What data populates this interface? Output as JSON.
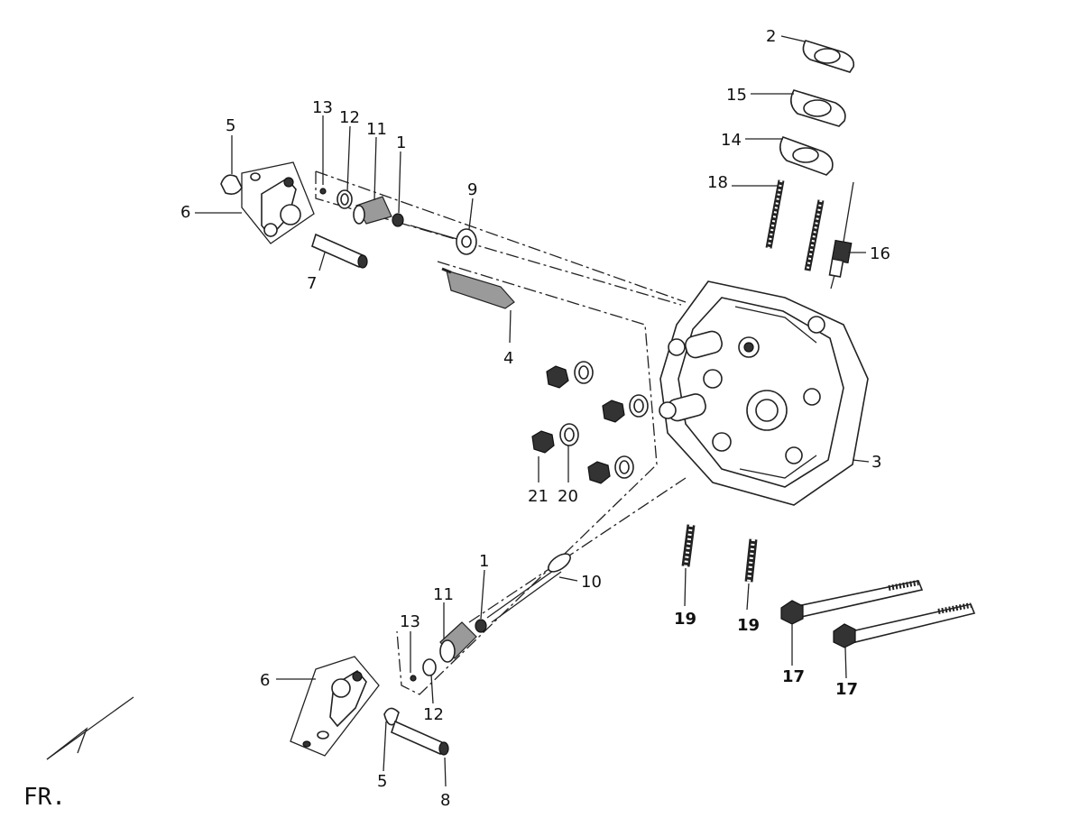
{
  "diagram": {
    "callouts": [
      {
        "id": "c2",
        "text": "2"
      },
      {
        "id": "c15",
        "text": "15"
      },
      {
        "id": "c14",
        "text": "14"
      },
      {
        "id": "c18",
        "text": "18"
      },
      {
        "id": "c16",
        "text": "16"
      },
      {
        "id": "c3",
        "text": "3"
      },
      {
        "id": "c13a",
        "text": "13"
      },
      {
        "id": "c12a",
        "text": "12"
      },
      {
        "id": "c11a",
        "text": "11"
      },
      {
        "id": "c1a",
        "text": "1"
      },
      {
        "id": "c9",
        "text": "9"
      },
      {
        "id": "c5a",
        "text": "5"
      },
      {
        "id": "c6a",
        "text": "6"
      },
      {
        "id": "c7",
        "text": "7"
      },
      {
        "id": "c4",
        "text": "4"
      },
      {
        "id": "c21",
        "text": "21"
      },
      {
        "id": "c20",
        "text": "20"
      },
      {
        "id": "c1b",
        "text": "1"
      },
      {
        "id": "c10",
        "text": "10"
      },
      {
        "id": "c11b",
        "text": "11"
      },
      {
        "id": "c13b",
        "text": "13"
      },
      {
        "id": "c12b",
        "text": "12"
      },
      {
        "id": "c6b",
        "text": "6"
      },
      {
        "id": "c5b",
        "text": "5"
      },
      {
        "id": "c8",
        "text": "8"
      },
      {
        "id": "c19a",
        "text": "19"
      },
      {
        "id": "c19b",
        "text": "19"
      },
      {
        "id": "c17a",
        "text": "17"
      },
      {
        "id": "c17b",
        "text": "17"
      }
    ],
    "direction_label": "FR."
  }
}
